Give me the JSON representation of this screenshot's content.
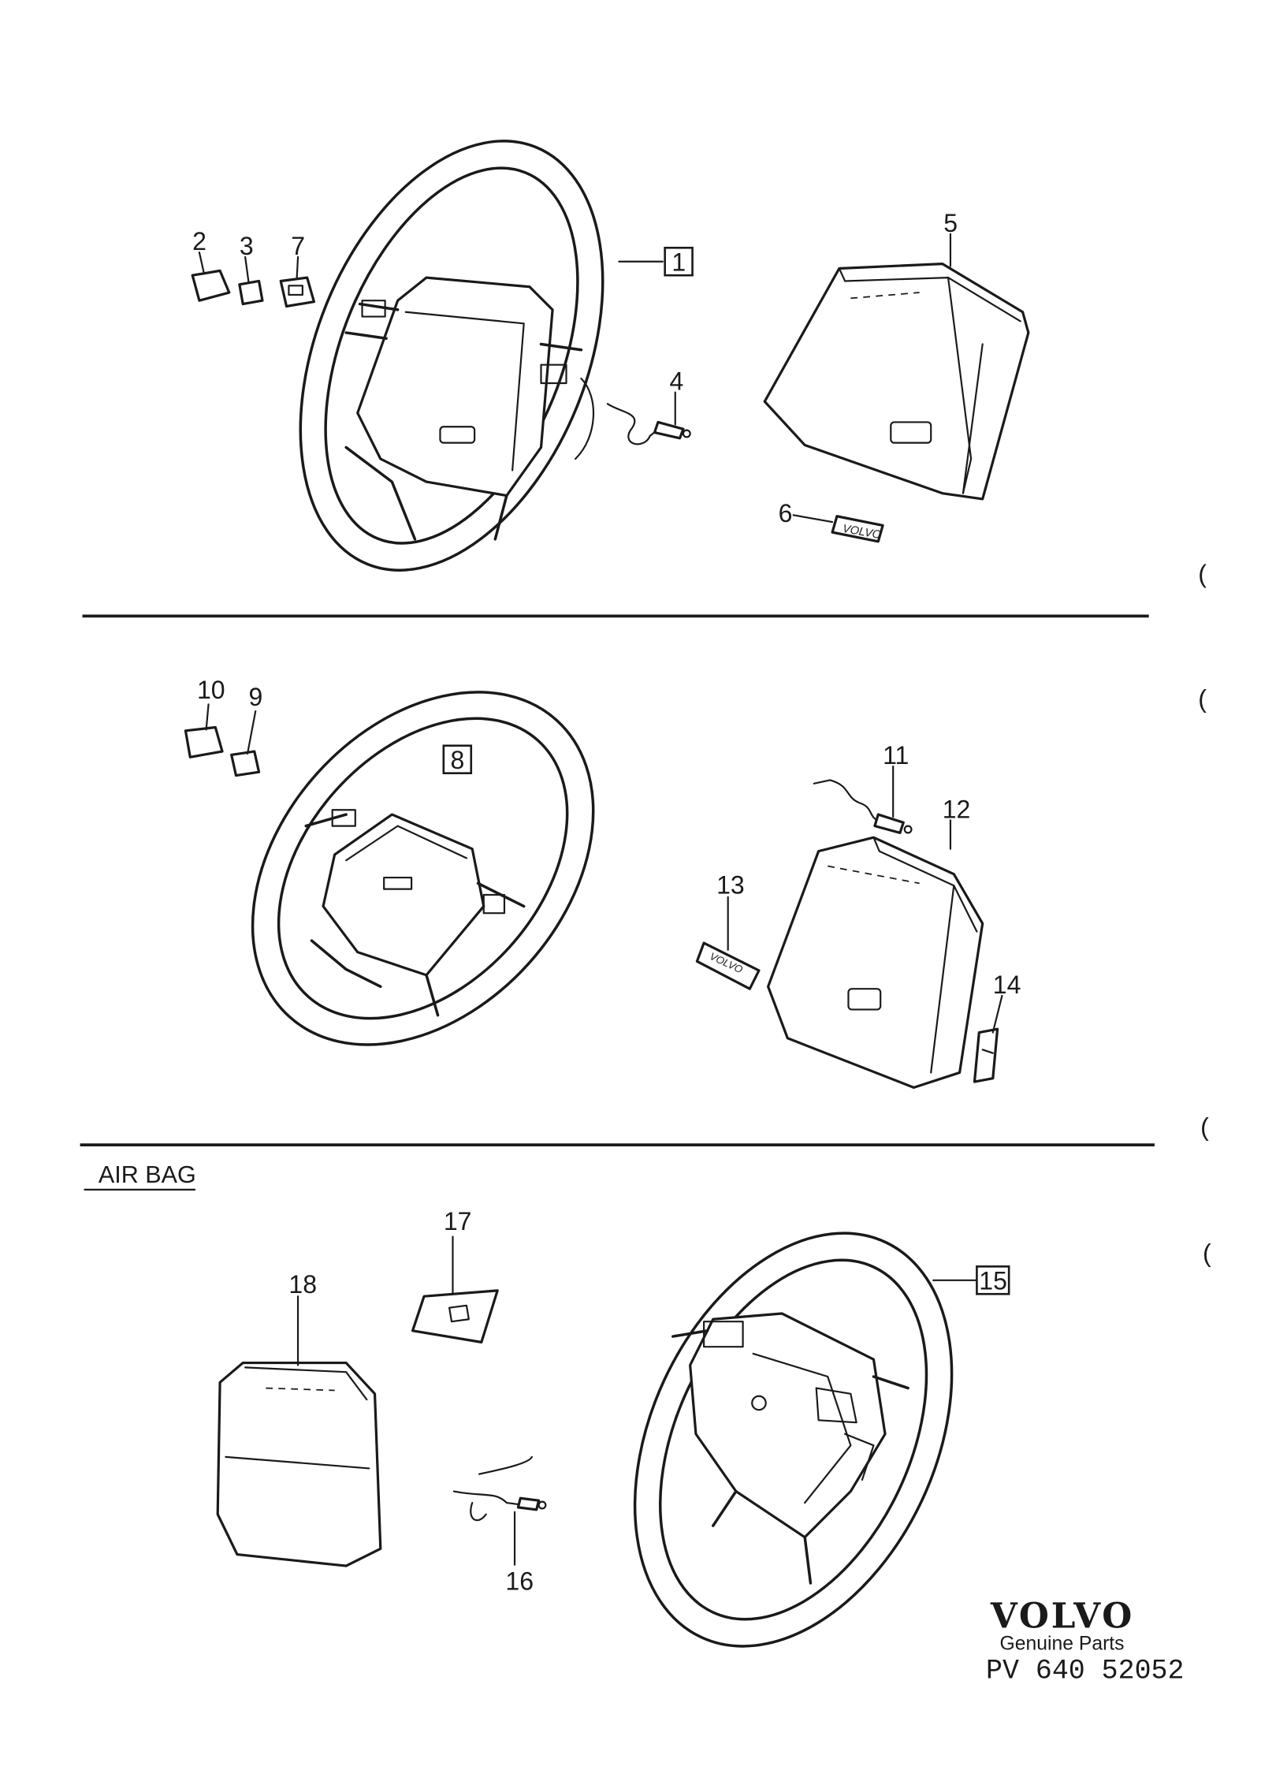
{
  "section_label": "AIR BAG",
  "callouts": {
    "c1": "1",
    "c2": "2",
    "c3": "3",
    "c4": "4",
    "c5": "5",
    "c6": "6",
    "c7": "7",
    "c8": "8",
    "c9": "9",
    "c10": "10",
    "c11": "11",
    "c12": "12",
    "c13": "13",
    "c14": "14",
    "c15": "15",
    "c16": "16",
    "c17": "17",
    "c18": "18"
  },
  "footer": {
    "brand": "VOLVO",
    "subtitle": "Genuine Parts",
    "code": "PV 640 52052"
  },
  "margin_marks": [
    "(",
    "(",
    "(",
    "("
  ]
}
